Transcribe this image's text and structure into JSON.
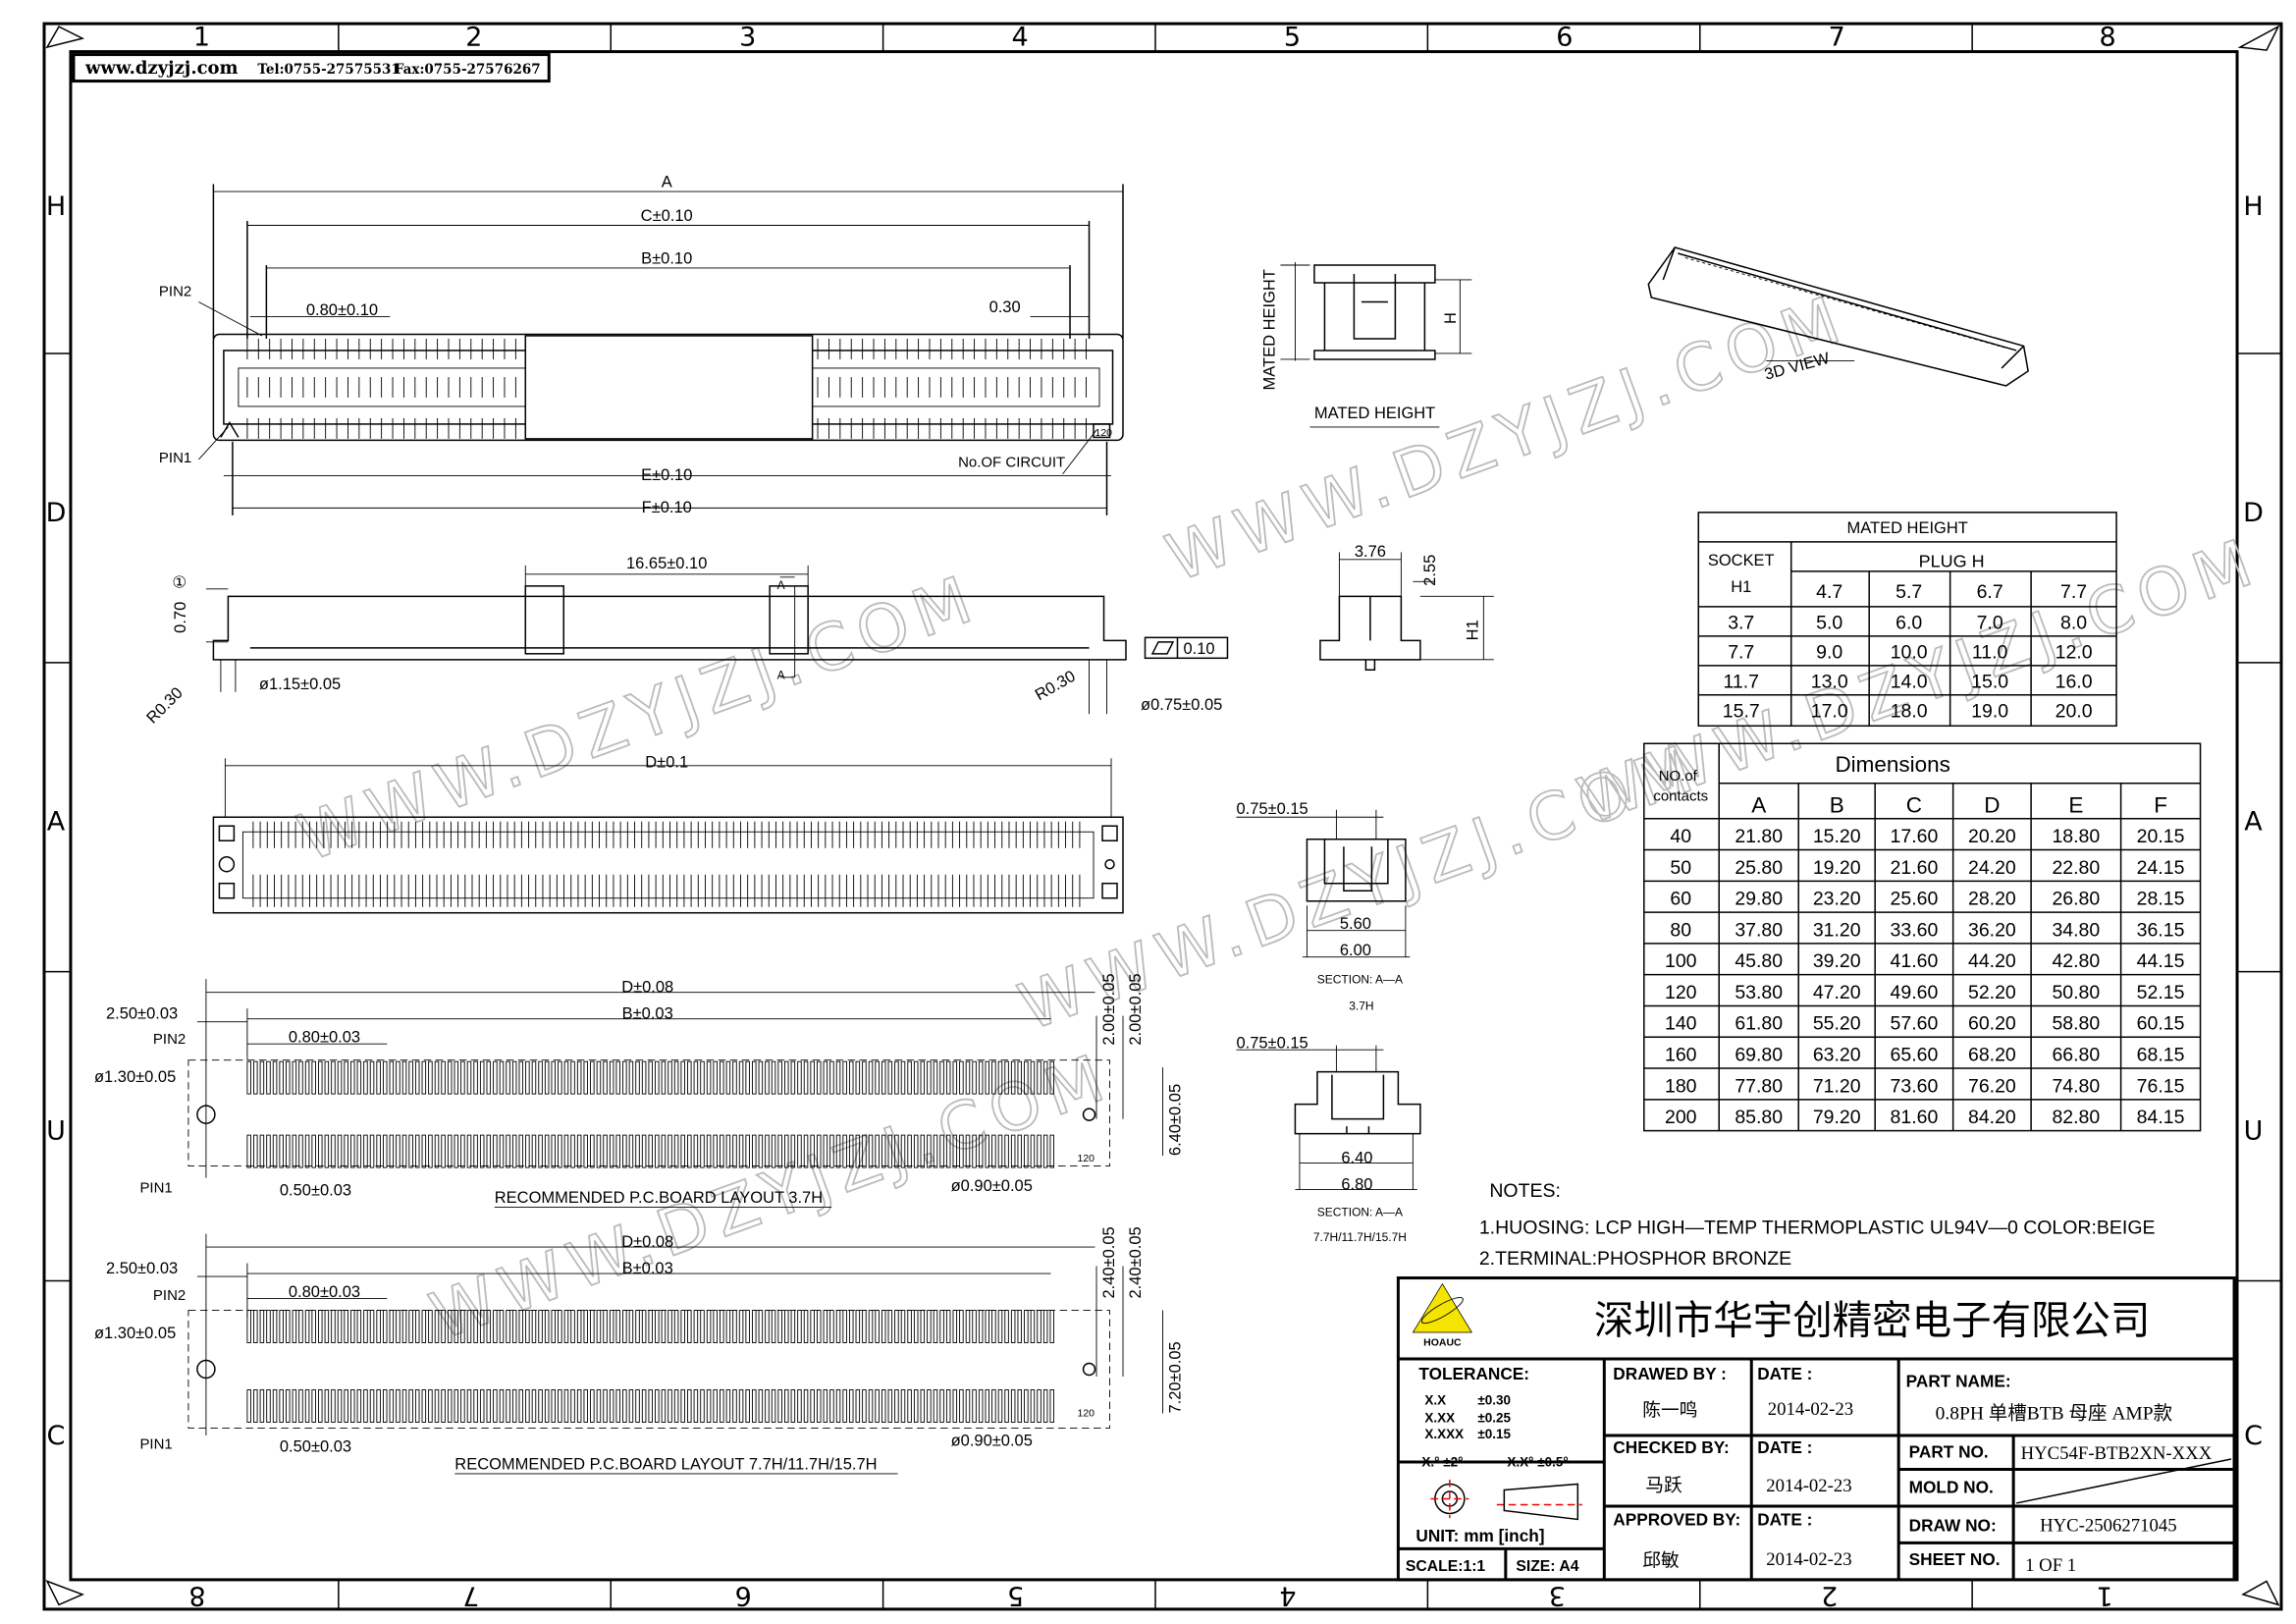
{
  "header": {
    "website": "www.dzyjzj.com",
    "tel": "Tel:0755-27575531",
    "fax": "Fax:0755-27576267"
  },
  "grid": {
    "columns_top": [
      "1",
      "2",
      "3",
      "4",
      "5",
      "6",
      "7",
      "8"
    ],
    "columns_bottom": [
      "8",
      "7",
      "6",
      "5",
      "4",
      "3",
      "2",
      "1"
    ],
    "rows": [
      "H",
      "D",
      "A",
      "U",
      "C"
    ]
  },
  "watermark": "WWW.DZYJZJ.COM",
  "top_view": {
    "A": "A",
    "C": "C±0.10",
    "B": "B±0.10",
    "pitch": "0.80±0.10",
    "w030": "0.30",
    "pin2": "PIN2",
    "pin1": "PIN1",
    "circuit": "No.OF CIRCUIT",
    "E": "E±0.10",
    "F": "F±0.10",
    "mark": "120"
  },
  "side_view": {
    "len": "16.65±0.10",
    "h070": "0.70",
    "note_ref": "①",
    "r1": "R0.30",
    "d115": "ø1.15±0.05",
    "r2": "R0.30",
    "flat": "0.10",
    "d075": "ø0.75±0.05",
    "secA1": "A",
    "secA2": "A"
  },
  "bottom_view": {
    "D": "D±0.1"
  },
  "pcb1": {
    "D": "D±0.08",
    "B": "B±0.03",
    "off": "2.50±0.03",
    "pitch": "0.80±0.03",
    "pin2": "PIN2",
    "hole": "ø1.30±0.05",
    "pin1": "PIN1",
    "pad": "0.50±0.03",
    "title": "RECOMMENDED  P.C.BOARD  LAYOUT  3.7H",
    "hole2": "ø0.90±0.05",
    "v1": "2.00±0.05",
    "v2": "2.00±0.05",
    "v3": "6.40±0.05",
    "mark": "120"
  },
  "pcb2": {
    "D": "D±0.08",
    "B": "B±0.03",
    "off": "2.50±0.03",
    "pitch": "0.80±0.03",
    "pin2": "PIN2",
    "hole": "ø1.30±0.05",
    "pin1": "PIN1",
    "pad": "0.50±0.03",
    "title": "RECOMMENDED  P.C.BOARD  LAYOUT   7.7H/11.7H/15.7H",
    "hole2": "ø0.90±0.05",
    "v1": "2.40±0.05",
    "v2": "2.40±0.05",
    "v3": "7.20±0.05",
    "mark": "120"
  },
  "mated_view": {
    "side": "MATED  HEIGHT",
    "h": "H",
    "caption": "MATED  HEIGHT"
  },
  "view3d": {
    "label": "3D   VIEW"
  },
  "end_view": {
    "w": "3.76",
    "h": "2.55",
    "h1": "H1"
  },
  "section1": {
    "dim": "0.75±0.15",
    "w1": "5.60",
    "w2": "6.00",
    "title": "SECTION:  A—A",
    "sub": "3.7H"
  },
  "section2": {
    "dim": "0.75±0.15",
    "w1": "6.40",
    "w2": "6.80",
    "title": "SECTION:  A—A",
    "sub": "7.7H/11.7H/15.7H"
  },
  "mated_table": {
    "title": "MATED  HEIGHT",
    "socket": "SOCKET",
    "h1": "H1",
    "plug": "PLUG  H",
    "plug_values": [
      "4.7",
      "5.7",
      "6.7",
      "7.7"
    ],
    "rows": [
      [
        "3.7",
        "5.0",
        "6.0",
        "7.0",
        "8.0"
      ],
      [
        "7.7",
        "9.0",
        "10.0",
        "11.0",
        "12.0"
      ],
      [
        "11.7",
        "13.0",
        "14.0",
        "15.0",
        "16.0"
      ],
      [
        "15.7",
        "17.0",
        "18.0",
        "19.0",
        "20.0"
      ]
    ]
  },
  "dim_table": {
    "contacts_l1": "NO.of",
    "contacts_l2": "contacts",
    "title": "Dimensions",
    "columns": [
      "A",
      "B",
      "C",
      "D",
      "E",
      "F"
    ],
    "rows": [
      [
        "40",
        "21.80",
        "15.20",
        "17.60",
        "20.20",
        "18.80",
        "20.15"
      ],
      [
        "50",
        "25.80",
        "19.20",
        "21.60",
        "24.20",
        "22.80",
        "24.15"
      ],
      [
        "60",
        "29.80",
        "23.20",
        "25.60",
        "28.20",
        "26.80",
        "28.15"
      ],
      [
        "80",
        "37.80",
        "31.20",
        "33.60",
        "36.20",
        "34.80",
        "36.15"
      ],
      [
        "100",
        "45.80",
        "39.20",
        "41.60",
        "44.20",
        "42.80",
        "44.15"
      ],
      [
        "120",
        "53.80",
        "47.20",
        "49.60",
        "52.20",
        "50.80",
        "52.15"
      ],
      [
        "140",
        "61.80",
        "55.20",
        "57.60",
        "60.20",
        "58.80",
        "60.15"
      ],
      [
        "160",
        "69.80",
        "63.20",
        "65.60",
        "68.20",
        "66.80",
        "68.15"
      ],
      [
        "180",
        "77.80",
        "71.20",
        "73.60",
        "76.20",
        "74.80",
        "76.15"
      ],
      [
        "200",
        "85.80",
        "79.20",
        "81.60",
        "84.20",
        "82.80",
        "84.15"
      ]
    ]
  },
  "notes": {
    "title": "NOTES:",
    "items": [
      "1.HUOSING:  LCP  HIGH—TEMP  THERMOPLASTIC  UL94V—0   COLOR:BEIGE",
      "2.TERMINAL:PHOSPHOR  BRONZE"
    ]
  },
  "title_block": {
    "logo_text": "HOAUC",
    "company": "深圳市华宇创精密电子有限公司",
    "tolerance": "TOLERANCE:",
    "tol_rows": [
      [
        "X.X",
        "±0.30"
      ],
      [
        "X.XX",
        "±0.25"
      ],
      [
        "X.XXX",
        "±0.15"
      ]
    ],
    "angle1": "X.°  ±2°",
    "angle2": "X.X°  ±0.5°",
    "unit": "UNIT:  mm  [inch]",
    "scale": "SCALE:1:1",
    "size": "SIZE:  A4",
    "drawed_by": "DRAWED  BY :",
    "drawed_name": "陈一鸣",
    "checked_by": "CHECKED  BY:",
    "checked_name": "马跃",
    "approved_by": "APPROVED  BY:",
    "approved_name": "邱敏",
    "date_label": "DATE  :",
    "date1": "2014-02-23",
    "date2": "2014-02-23",
    "date3": "2014-02-23",
    "part_name_label": "PART  NAME:",
    "part_name": "0.8PH  单槽BTB  母座  AMP款",
    "part_no_label": "PART  NO.",
    "part_no": "HYC54F-BTB2XN-XXX",
    "mold_no_label": "MOLD  NO.",
    "draw_no_label": "DRAW  NO:",
    "draw_no": "HYC-2506271045",
    "sheet_no_label": "SHEET  NO.",
    "sheet_no": "1  OF  1",
    "accent": "#f5e400"
  }
}
